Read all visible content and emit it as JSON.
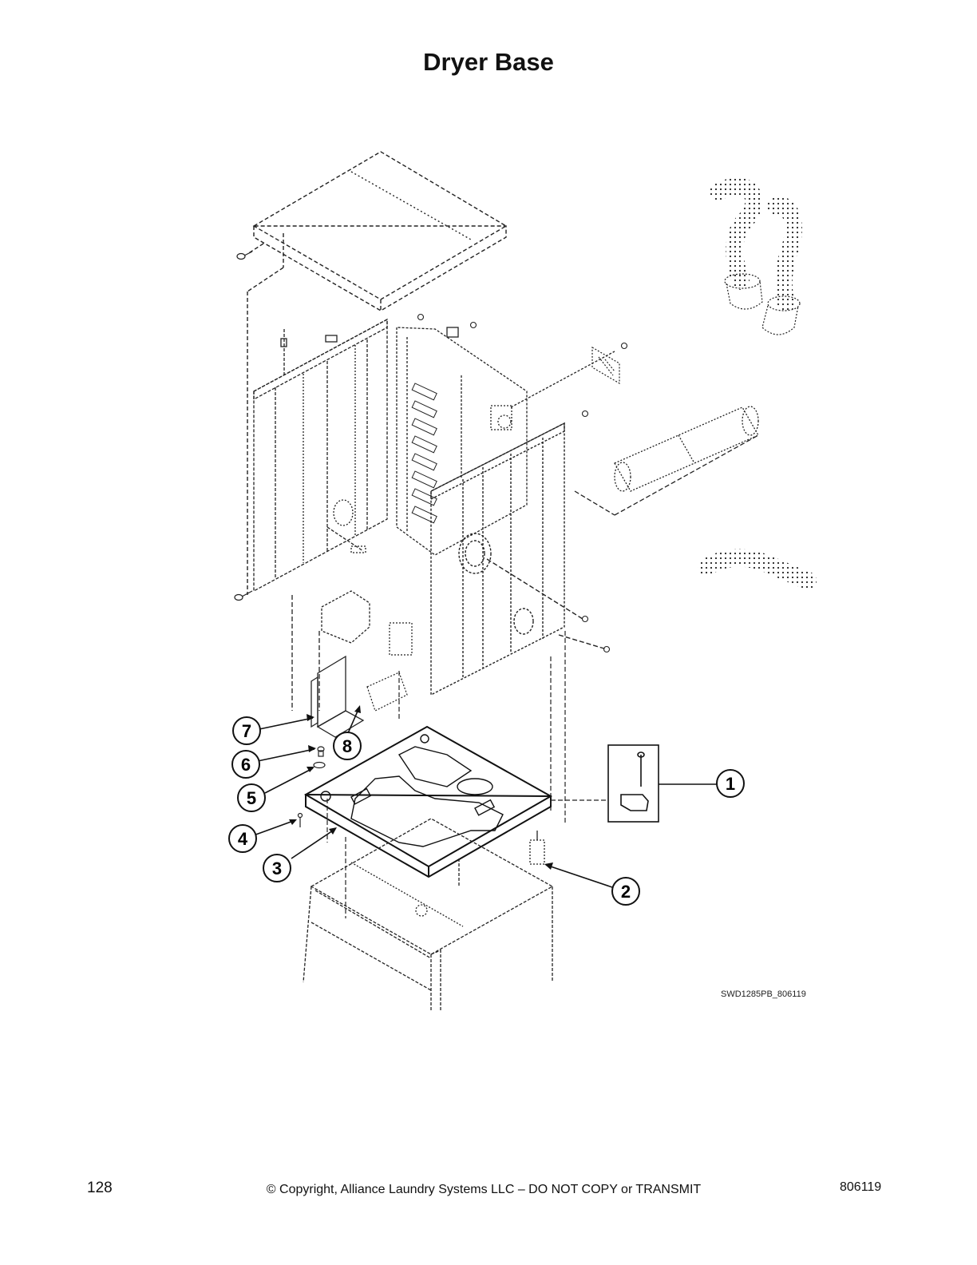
{
  "page": {
    "title": "Dryer Base",
    "drawing_id": "SWD1285PB_806119",
    "page_number": "128",
    "copyright": "© Copyright, Alliance Laundry Systems LLC – DO NOT COPY or TRANSMIT",
    "document_number": "806119"
  },
  "callouts": [
    "1",
    "2",
    "3",
    "4",
    "5",
    "6",
    "7",
    "8"
  ],
  "colors": {
    "line": "#111111",
    "background": "#ffffff"
  }
}
